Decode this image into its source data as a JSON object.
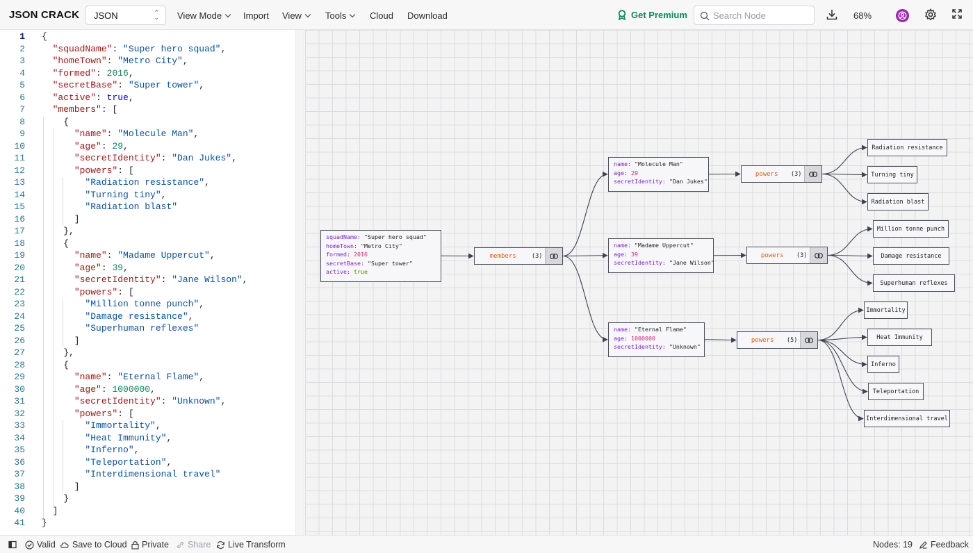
{
  "app": {
    "name": "JSON CRACK"
  },
  "header": {
    "format_select": "JSON",
    "menu": [
      "View Mode",
      "Import",
      "View",
      "Tools",
      "Cloud",
      "Download"
    ],
    "premium": "Get Premium",
    "search_placeholder": "Search Node",
    "zoom": "68%"
  },
  "editor": {
    "active_line": 1,
    "lines": [
      "{",
      "  \"squadName\": \"Super hero squad\",",
      "  \"homeTown\": \"Metro City\",",
      "  \"formed\": 2016,",
      "  \"secretBase\": \"Super tower\",",
      "  \"active\": true,",
      "  \"members\": [",
      "    {",
      "      \"name\": \"Molecule Man\",",
      "      \"age\": 29,",
      "      \"secretIdentity\": \"Dan Jukes\",",
      "      \"powers\": [",
      "        \"Radiation resistance\",",
      "        \"Turning tiny\",",
      "        \"Radiation blast\"",
      "      ]",
      "    },",
      "    {",
      "      \"name\": \"Madame Uppercut\",",
      "      \"age\": 39,",
      "      \"secretIdentity\": \"Jane Wilson\",",
      "      \"powers\": [",
      "        \"Million tonne punch\",",
      "        \"Damage resistance\",",
      "        \"Superhuman reflexes\"",
      "      ]",
      "    },",
      "    {",
      "      \"name\": \"Eternal Flame\",",
      "      \"age\": 1000000,",
      "      \"secretIdentity\": \"Unknown\",",
      "      \"powers\": [",
      "        \"Immortality\",",
      "        \"Heat Immunity\",",
      "        \"Inferno\",",
      "        \"Teleportation\",",
      "        \"Interdimensional travel\"",
      "      ]",
      "    }",
      "  ]",
      "}"
    ]
  },
  "graph": {
    "root": [
      {
        "k": "squadName",
        "v": "\"Super hero squad\"",
        "t": "s"
      },
      {
        "k": "homeTown",
        "v": "\"Metro City\"",
        "t": "s"
      },
      {
        "k": "formed",
        "v": "2016",
        "t": "n"
      },
      {
        "k": "secretBase",
        "v": "\"Super tower\"",
        "t": "s"
      },
      {
        "k": "active",
        "v": "true",
        "t": "b"
      }
    ],
    "members": {
      "label": "members",
      "count": "(3)"
    },
    "people": [
      {
        "rows": [
          {
            "k": "name",
            "v": "\"Molecule Man\"",
            "t": "s"
          },
          {
            "k": "age",
            "v": "29",
            "t": "n"
          },
          {
            "k": "secretIdentity",
            "v": "\"Dan Jukes\"",
            "t": "s"
          }
        ],
        "powers": {
          "label": "powers",
          "count": "(3)"
        },
        "items": [
          "Radiation resistance",
          "Turning tiny",
          "Radiation blast"
        ]
      },
      {
        "rows": [
          {
            "k": "name",
            "v": "\"Madame Uppercut\"",
            "t": "s"
          },
          {
            "k": "age",
            "v": "39",
            "t": "n"
          },
          {
            "k": "secretIdentity",
            "v": "\"Jane Wilson\"",
            "t": "s"
          }
        ],
        "powers": {
          "label": "powers",
          "count": "(3)"
        },
        "items": [
          "Million tonne punch",
          "Damage resistance",
          "Superhuman reflexes"
        ]
      },
      {
        "rows": [
          {
            "k": "name",
            "v": "\"Eternal Flame\"",
            "t": "s"
          },
          {
            "k": "age",
            "v": "1000000",
            "t": "n"
          },
          {
            "k": "secretIdentity",
            "v": "\"Unknown\"",
            "t": "s"
          }
        ],
        "powers": {
          "label": "powers",
          "count": "(5)"
        },
        "items": [
          "Immortality",
          "Heat Immunity",
          "Inferno",
          "Teleportation",
          "Interdimensional travel"
        ]
      }
    ]
  },
  "status": {
    "valid": "Valid",
    "save": "Save to Cloud",
    "private": "Private",
    "share": "Share",
    "live": "Live Transform",
    "nodes": "Nodes: 19",
    "feedback": "Feedback"
  }
}
